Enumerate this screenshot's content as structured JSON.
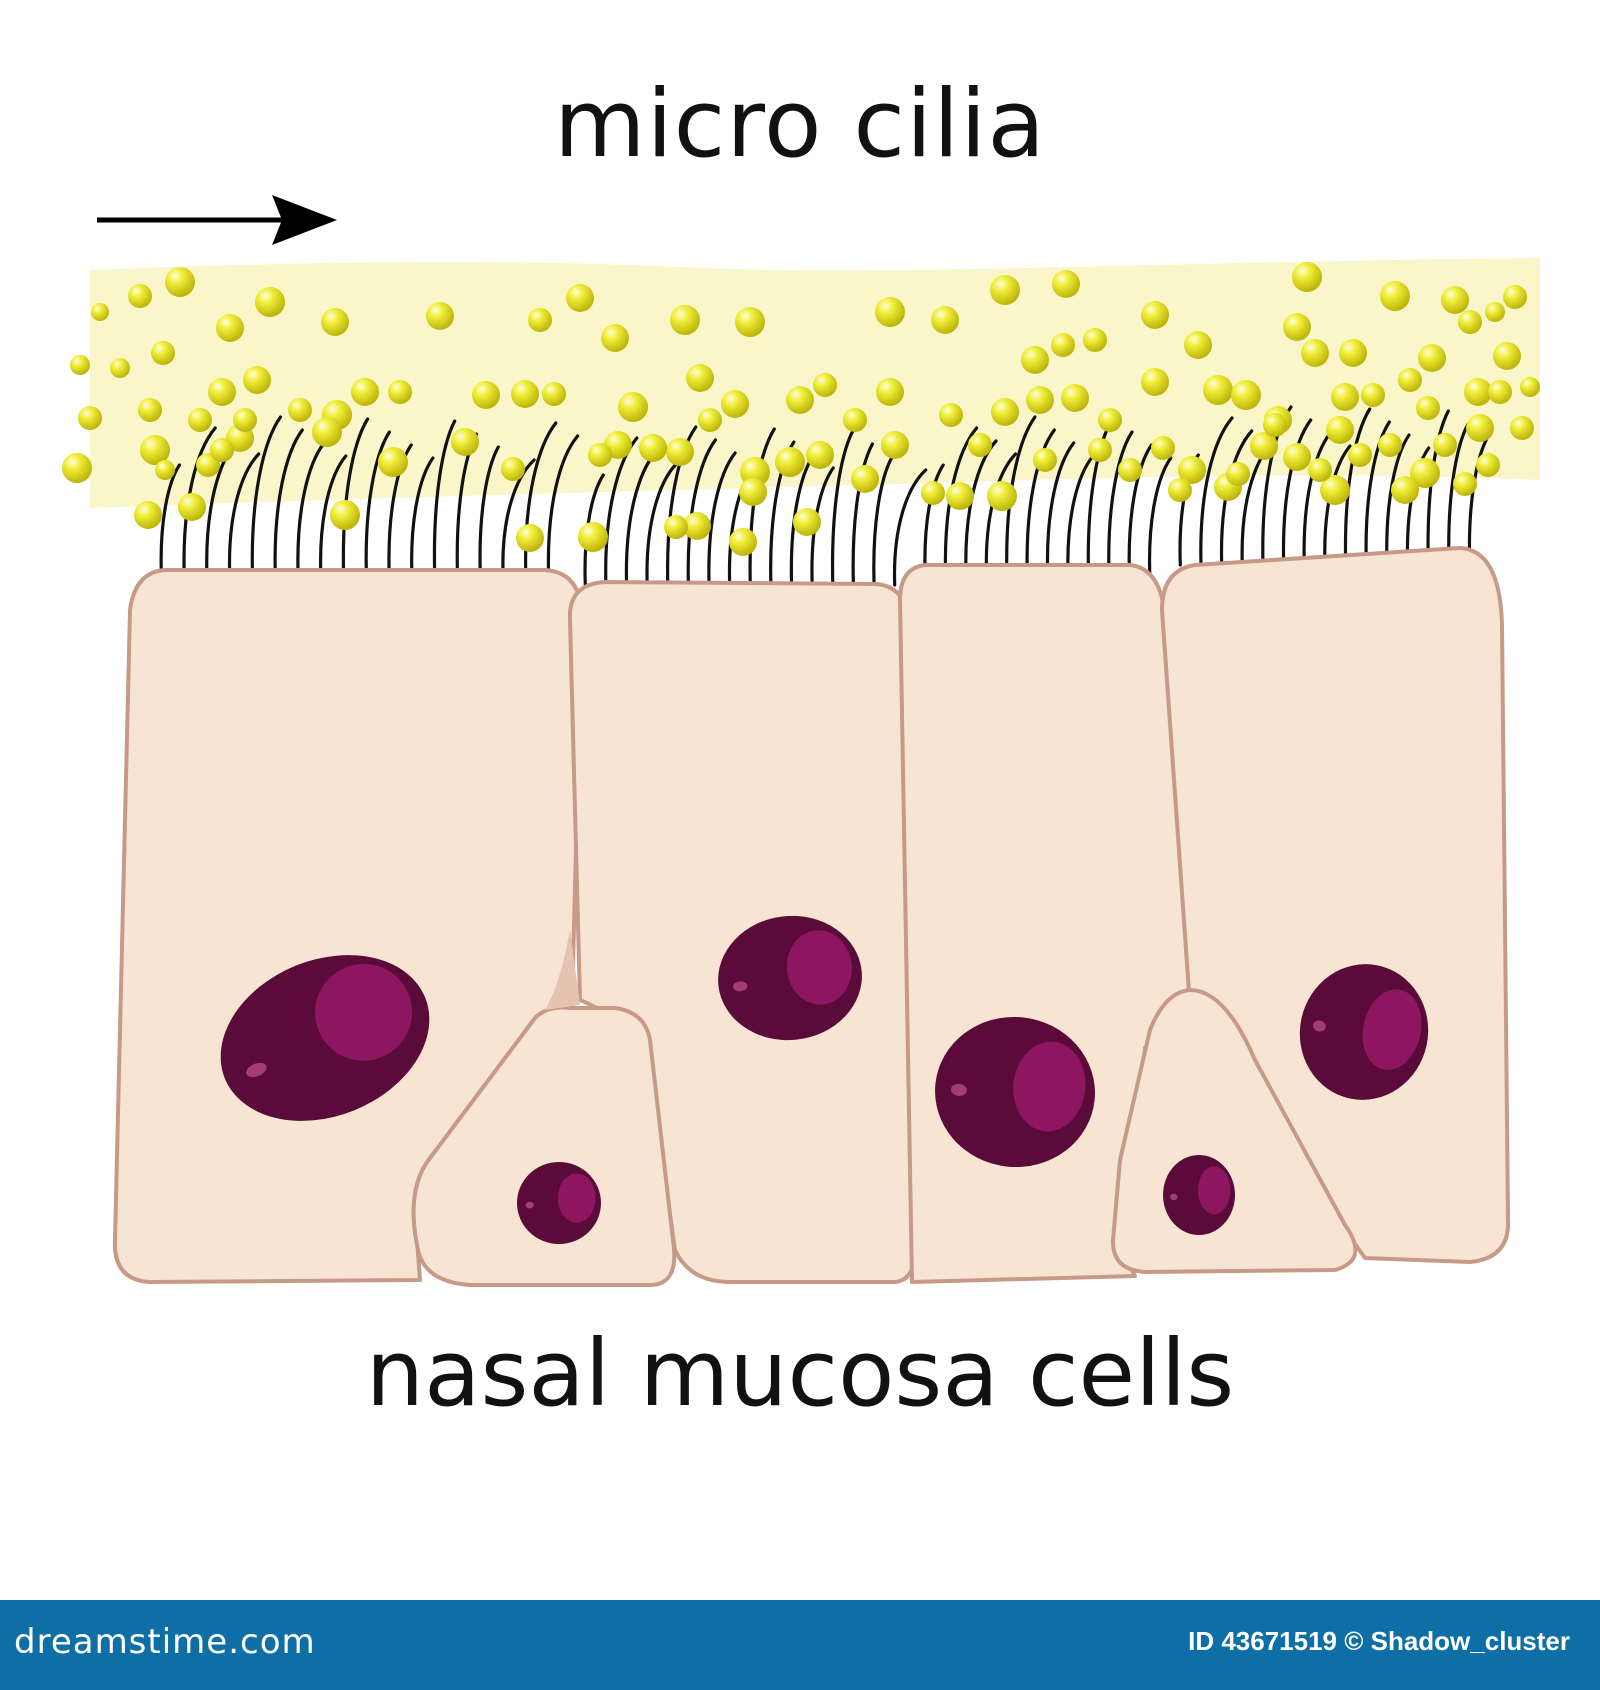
{
  "labels": {
    "top": "micro cilia",
    "bottom": "nasal mucosa cells"
  },
  "footer": {
    "logo": "dreamstime.com",
    "credit": "ID 43671519 © Shadow_cluster"
  },
  "colors": {
    "cell_fill": "#f8e4d3",
    "cell_border": "#c79a88",
    "nucleus": "#5a0b3a",
    "nucleus_highlight": "#8e1660",
    "mucus": "#fbf6c9",
    "particle": "#e0dc12",
    "footer": "#0d6fa6"
  }
}
